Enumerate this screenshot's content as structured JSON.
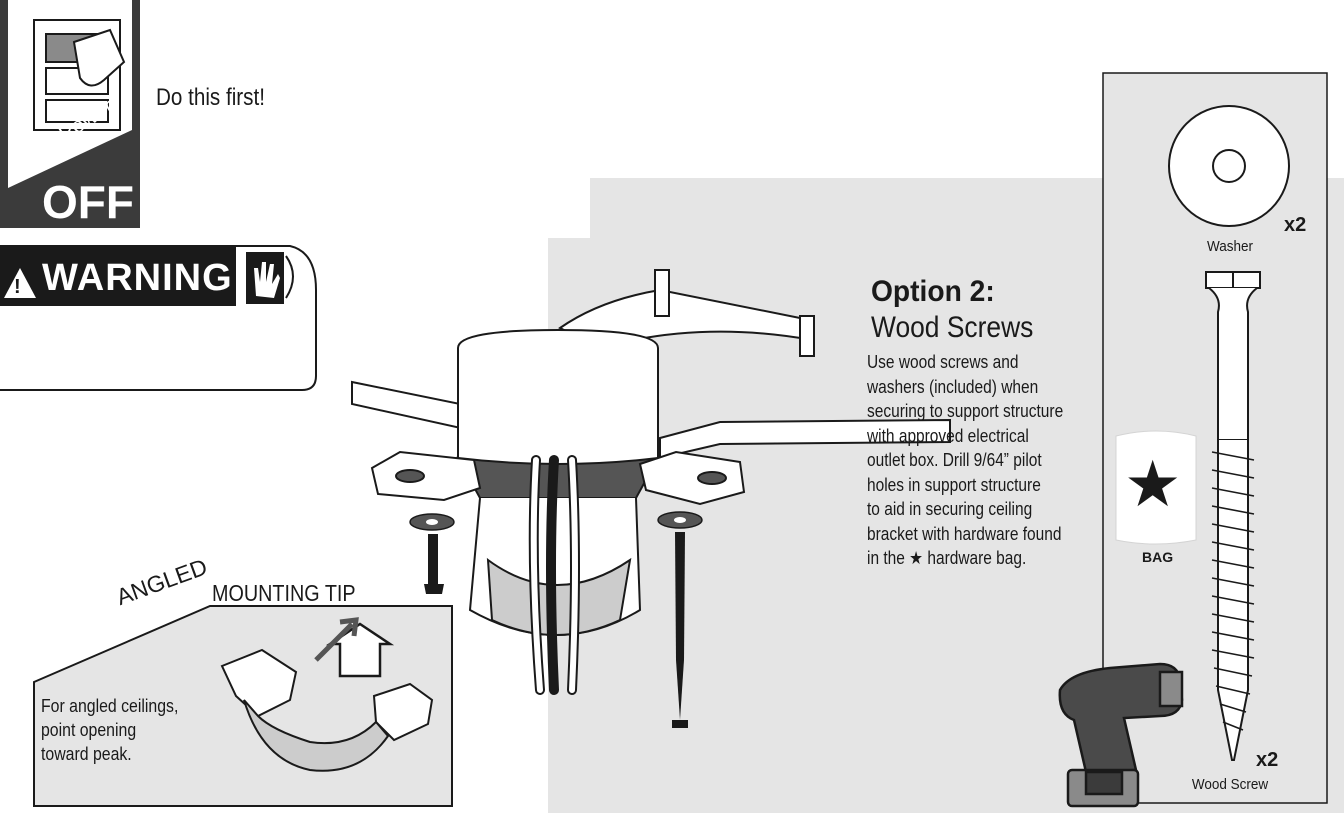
{
  "power": {
    "turn_power": "Turn Power",
    "off": "OFF",
    "do_this_first": "Do this first!"
  },
  "warning": {
    "label": "WARNING",
    "triangle_glyph": "!"
  },
  "option": {
    "title": "Option 2:",
    "subtitle": "Wood Screws",
    "body": "Use wood screws and\nwashers (included) when\nsecuring to support structure\nwith approved electrical\noutlet box. Drill 9/64” pilot\nholes in support structure\nto aid in securing ceiling\nbracket with hardware found\nin the ★ hardware bag."
  },
  "hardware": {
    "washer_label": "Washer",
    "washer_qty": "x2",
    "screw_label": "Wood Screw",
    "screw_qty": "x2",
    "bag_label": "BAG",
    "bag_star": "★"
  },
  "tip": {
    "angled": "ANGLED",
    "mounting_tip": "MOUNTING TIP",
    "body": "For angled ceilings,\npoint opening\ntoward peak."
  },
  "icons": {
    "power_switch": "switch-hand-icon",
    "shock": "electric-shock-hand-icon",
    "house_arrow": "house-arrow-icon",
    "drill": "power-drill-icon"
  },
  "colors": {
    "panel_gray": "#e6e6e6",
    "dark_gray": "#3b3b3b",
    "black": "#1a1a1a"
  }
}
